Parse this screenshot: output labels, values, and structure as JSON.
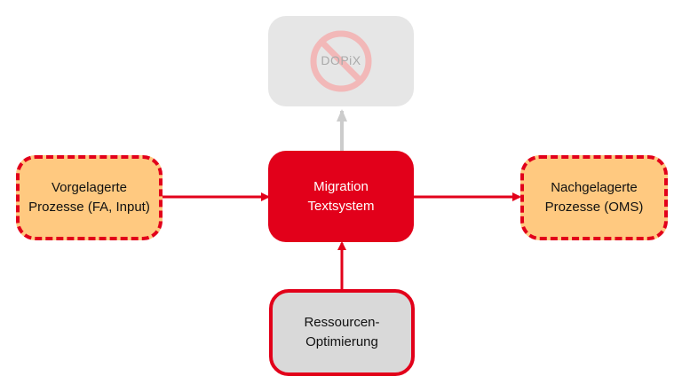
{
  "diagram": {
    "colors": {
      "accent_red": "#e2001a",
      "orange_fill": "#ffc980",
      "gray_fill": "#e6e6e6",
      "resource_fill": "#d9d9d9",
      "arrow_gray": "#cccccc",
      "prohibited_sign": "#f2b8b8"
    },
    "nodes": {
      "upstream": {
        "label": "Vorgelagerte\nProzesse (FA, Input)"
      },
      "center": {
        "label": "Migration\nTextsystem"
      },
      "downstream": {
        "label": "Nachgelagerte\nProzesse (OMS)"
      },
      "resources": {
        "label": "Ressourcen-\nOptimierung"
      },
      "dopix": {
        "label": "DOPiX",
        "icon": "prohibited-icon"
      }
    },
    "edges": [
      {
        "from": "upstream",
        "to": "center"
      },
      {
        "from": "center",
        "to": "downstream"
      },
      {
        "from": "resources",
        "to": "center"
      },
      {
        "from": "center",
        "to": "dopix"
      }
    ]
  }
}
